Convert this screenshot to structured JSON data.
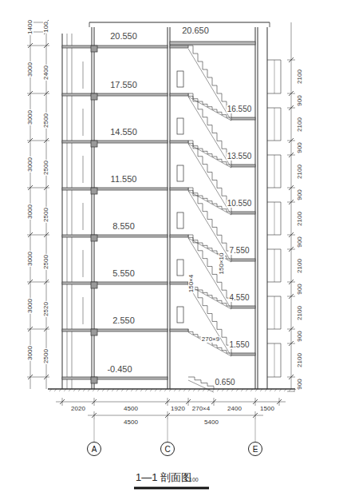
{
  "diagram": {
    "title": "1—1 剖面图",
    "nodes": [
      {
        "text": [
          "A"
        ]
      },
      {
        "text": [
          "C"
        ]
      },
      {
        "text": [
          "E"
        ]
      }
    ],
    "labels": [
      "20.550",
      "20.650",
      "17.550",
      "14.550",
      "11.550",
      "8.550",
      "5.550",
      "2.550",
      "-0.450",
      "16.550",
      "13.550",
      "10.550",
      "7.550",
      "4.550",
      "1.550",
      "0.650",
      "1400",
      "3000",
      "3000",
      "3000",
      "3000",
      "3000",
      "3000",
      "3000",
      "100",
      "2400",
      "2500",
      "2500",
      "2500",
      "2500",
      "2520",
      "2500",
      "2100",
      "2100",
      "2100",
      "2100",
      "2100",
      "2100",
      "2100",
      "900",
      "900",
      "900",
      "900",
      "900",
      "900",
      "900",
      "2020",
      "4500",
      "1920",
      "270×4",
      "2400",
      "1500",
      "4500",
      "5400",
      "270×9",
      "150×10",
      "150×4",
      "1:100"
    ]
  }
}
